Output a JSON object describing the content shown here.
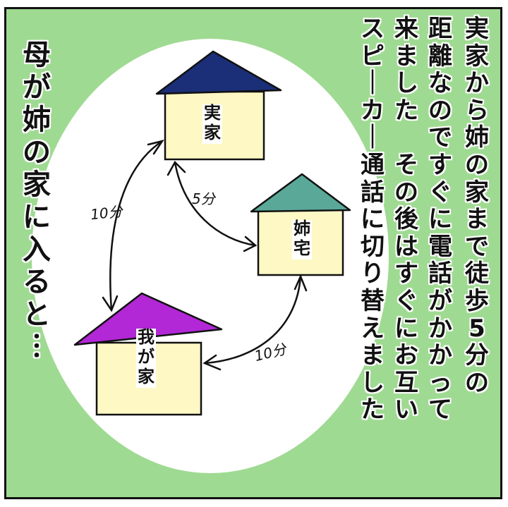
{
  "panel": {
    "background_color": "#9fda92",
    "border_color": "#111111",
    "ellipse_color": "#ffffff"
  },
  "narration": {
    "columns": [
      "実家から姉の家まで徒歩5分の",
      "距離なのですぐに電話がかかって",
      "来ました　その後はすぐにお互い",
      "スピーカー通話に切り替えました"
    ]
  },
  "headline": {
    "text": "母が姉の家に入ると…"
  },
  "houses": [
    {
      "name": "parents-home",
      "label": "実家",
      "roof_color": "#1b2e78",
      "wall_color": "#fdf8c4"
    },
    {
      "name": "sister-home",
      "label": "姉宅",
      "roof_color": "#5aa898",
      "wall_color": "#fdf8c4"
    },
    {
      "name": "my-home",
      "label": "我が家",
      "roof_color": "#b227d6",
      "wall_color": "#fdf8c4"
    }
  ],
  "routes": [
    {
      "from": "parents-home",
      "to": "my-home",
      "time": "10分"
    },
    {
      "from": "parents-home",
      "to": "sister-home",
      "time": "5分"
    },
    {
      "from": "sister-home",
      "to": "my-home",
      "time": "10分"
    }
  ]
}
